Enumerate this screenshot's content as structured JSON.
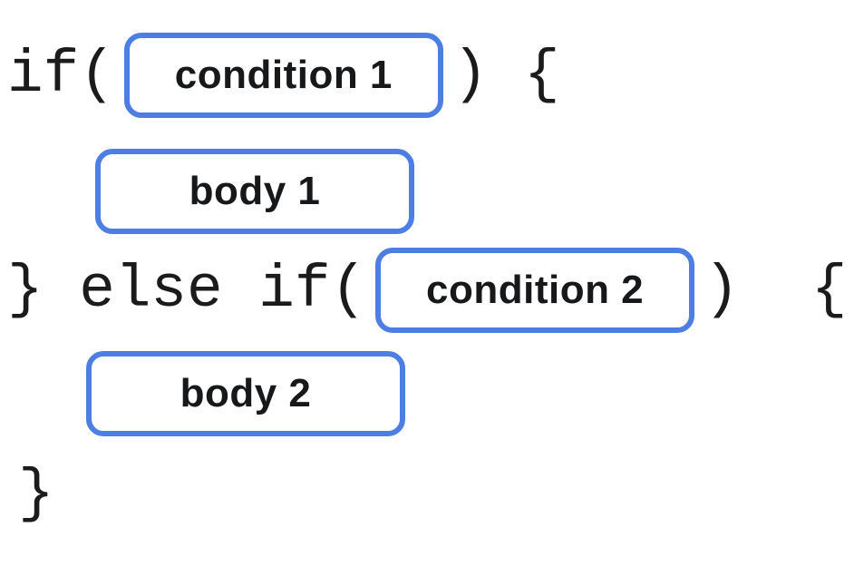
{
  "code": {
    "if_open": "if(",
    "close_paren_open_brace_1": ") {",
    "else_if_open": "} else if(",
    "close_paren_open_brace_2": ")  {",
    "closing_brace": "}"
  },
  "boxes": {
    "condition1": "condition 1",
    "body1": "body 1",
    "condition2": "condition 2",
    "body2": "body 2"
  },
  "colors": {
    "box_border": "#4d7ee3",
    "code_text": "#1b1b1b",
    "label_text": "#17181a",
    "background": "#ffffff"
  }
}
